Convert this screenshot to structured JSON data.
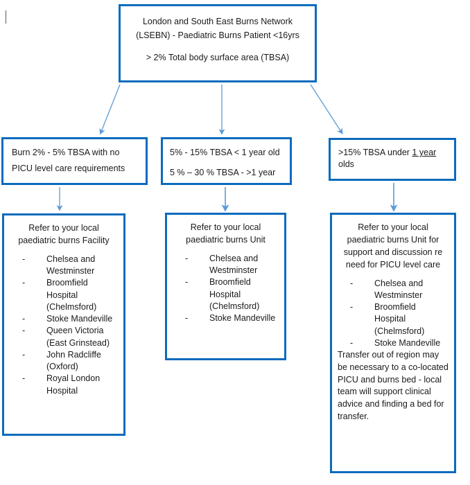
{
  "diagram": {
    "title": "London and South East Burns Network (LSEBN) - Paediatric Burns Patient referral flowchart",
    "colors": {
      "box_border": "#0a6bbd",
      "arrow": "#5b9bd5",
      "text": "#1a1a1a",
      "background": "#ffffff"
    },
    "top_box": {
      "line1": "London and South East Burns Network",
      "line2": "(LSEBN) - Paediatric Burns Patient <16yrs",
      "line3": "> 2% Total body surface area (TBSA)"
    },
    "criteria": [
      {
        "id": "criteria-facility",
        "line1": "Burn 2% - 5% TBSA with no",
        "line2": "PICU level care requirements"
      },
      {
        "id": "criteria-unit",
        "line1": "5% - 15% TBSA < 1 year old",
        "line2": "5 % – 30 % TBSA - >1 year"
      },
      {
        "id": "criteria-picu",
        "line1_pre": ">15% TBSA under ",
        "line1_underlined": "1 year",
        "line2": "olds"
      }
    ],
    "outcomes": [
      {
        "id": "outcome-facility",
        "heading_lines": [
          "Refer to your local",
          "paediatric burns Facility"
        ],
        "bullet_marker": "-",
        "items": [
          "Chelsea and Westminster",
          "Broomfield Hospital (Chelmsford)",
          "Stoke Mandeville",
          "Queen Victoria (East Grinstead)",
          "John Radcliffe (Oxford)",
          "Royal London Hospital"
        ],
        "note": ""
      },
      {
        "id": "outcome-unit",
        "heading_lines": [
          "Refer to your local",
          "paediatric burns Unit"
        ],
        "bullet_marker": "-",
        "items": [
          "Chelsea and Westminster",
          "Broomfield Hospital (Chelmsford)",
          "Stoke Mandeville"
        ],
        "note": ""
      },
      {
        "id": "outcome-picu",
        "heading_lines": [
          "Refer to your local",
          "paediatric burns Unit for",
          "support and discussion re",
          "need for PICU level care"
        ],
        "bullet_marker": "-",
        "items": [
          "Chelsea and Westminster",
          "Broomfield Hospital (Chelmsford)",
          "Stoke Mandeville"
        ],
        "note": "Transfer out of region may be necessary to a co-located PICU and burns bed - local team will support clinical advice and finding a bed for transfer."
      }
    ]
  }
}
